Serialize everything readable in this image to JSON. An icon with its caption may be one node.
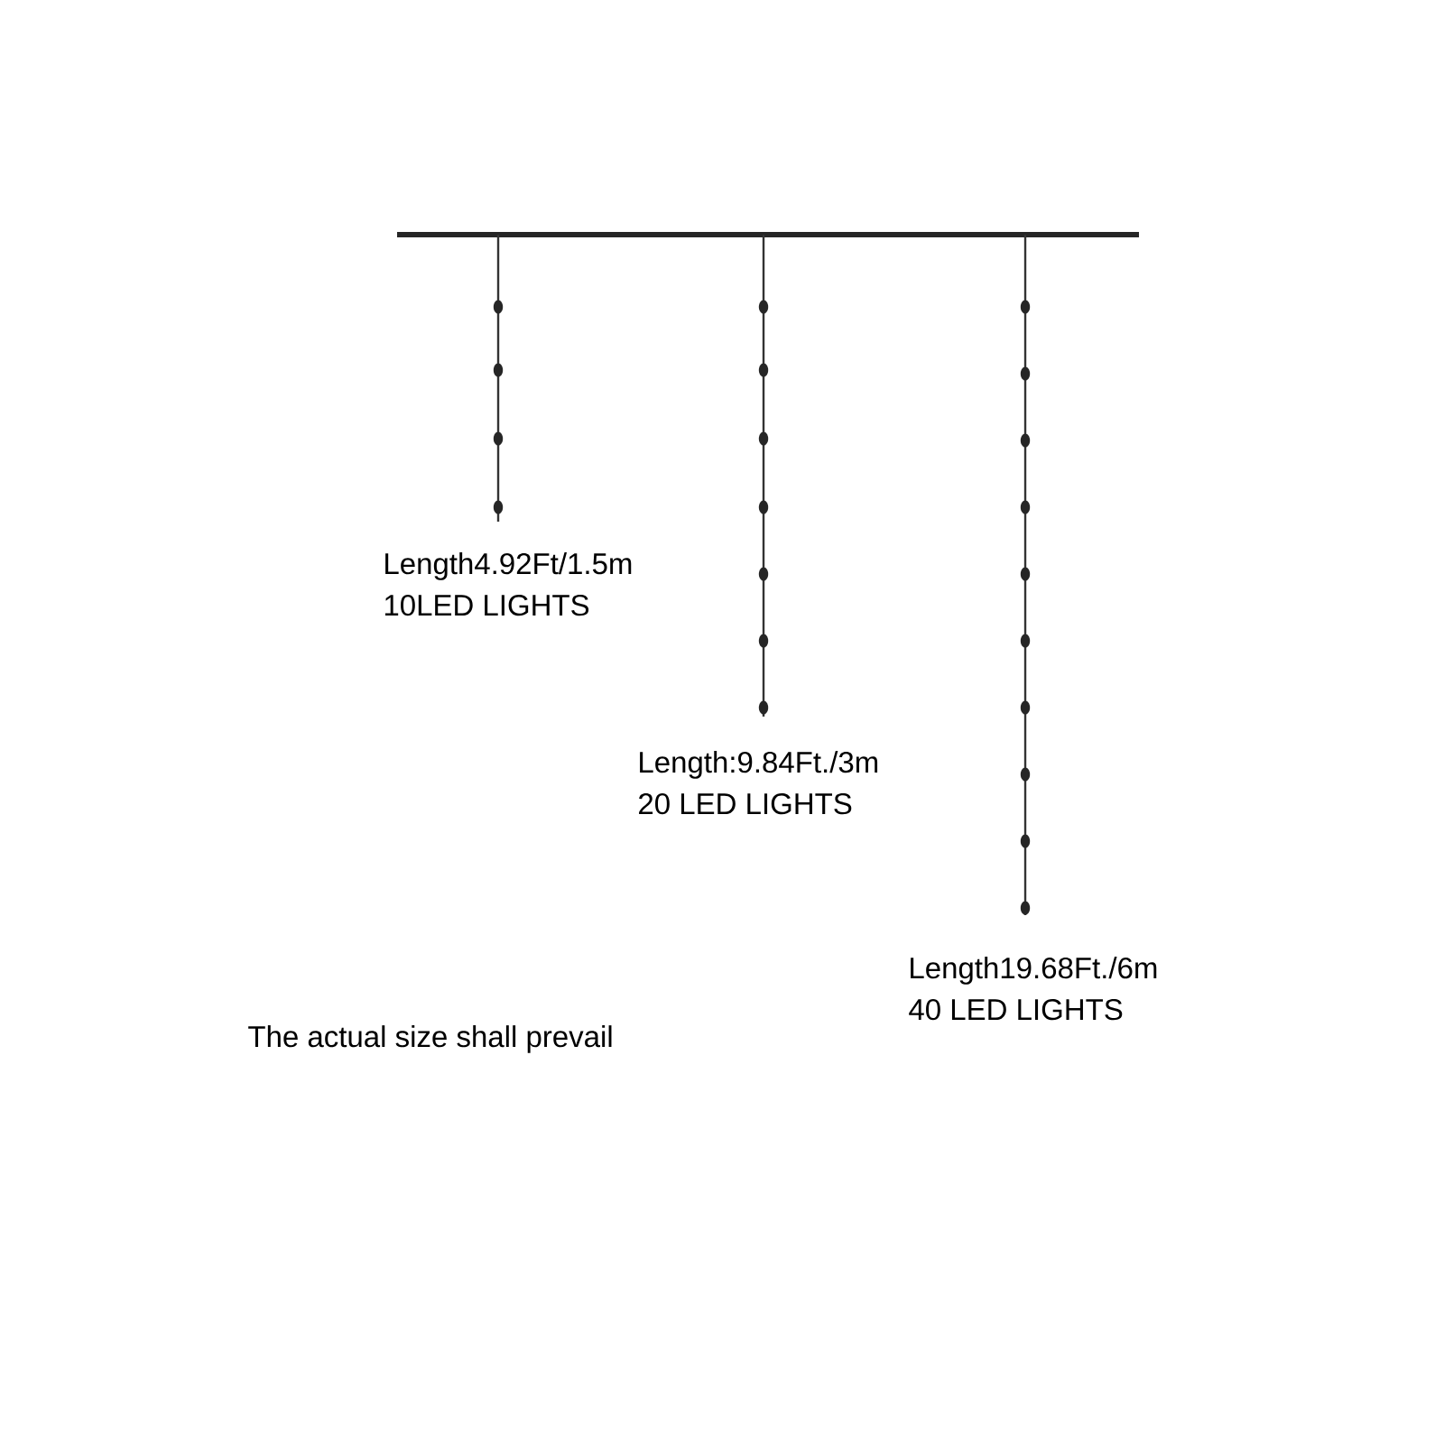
{
  "diagram": {
    "labels": [
      "Length4.92Ft/1.5m",
      "10LED LIGHTS",
      "Length:9.84Ft./3m",
      "20 LED LIGHTS",
      "Length19.68Ft./6m",
      "40 LED LIGHTS",
      "The actual size shall prevail"
    ]
  }
}
